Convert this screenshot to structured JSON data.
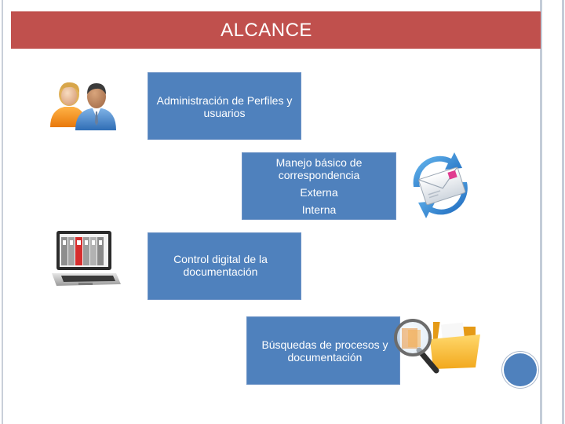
{
  "slide": {
    "title": "ALCANCE"
  },
  "boxes": [
    {
      "lines": [
        "Administración de Perfiles y",
        "usuarios"
      ]
    },
    {
      "lines": [
        "Manejo básico de",
        "correspondencia"
      ],
      "sub": [
        "Externa",
        "Interna"
      ]
    },
    {
      "lines": [
        "Control digital de la",
        "documentación"
      ]
    },
    {
      "lines": [
        "Búsquedas de procesos y",
        "documentación"
      ]
    }
  ],
  "icons": [
    "users-icon",
    "mail-sync-icon",
    "laptop-binders-icon",
    "folder-search-icon"
  ],
  "colors": {
    "title_bar": "#c0504d",
    "box": "#4f81bd",
    "nav_circle": "#4f81bd"
  }
}
